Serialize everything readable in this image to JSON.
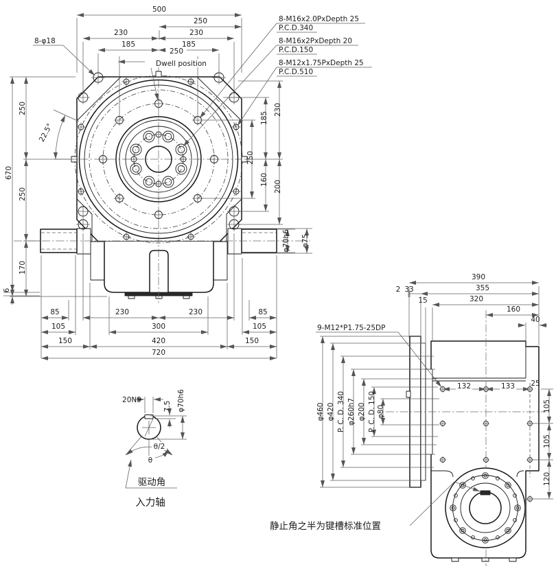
{
  "front_view": {
    "top": {
      "d500": "500",
      "d250_right": "250",
      "d230_left": "230",
      "d230_right": "230",
      "d185_left": "185",
      "d185_right": "185",
      "d250_center": "250",
      "dwell": "Dwell position",
      "holes_label": "8-φ18"
    },
    "left": {
      "d250_upper": "250",
      "d670": "670",
      "d250_lower": "250",
      "d170": "170",
      "d6": "6",
      "angle": "22.5°"
    },
    "right": {
      "d230": "230",
      "d185": "185",
      "d250": "250",
      "d160": "160",
      "d200": "200",
      "shaft_dia": "φ70h6",
      "shoulder_dia": "φ75"
    },
    "bottom": {
      "d85_left": "85",
      "d105_left": "105",
      "d150_left": "150",
      "d230_left": "230",
      "d300": "300",
      "d230_right": "230",
      "d85_right": "85",
      "d105_right": "105",
      "d150_right": "150",
      "d420": "420",
      "d720": "720"
    }
  },
  "callouts": {
    "c1_line1": "8-M16x2.0PxDepth 25",
    "c1_line2": "P.C.D.340",
    "c2_line1": "8-M16x2PxDepth 20",
    "c2_line2": "P.C.D.150",
    "c3_line1": "8-M12x1.75PxDepth 25",
    "c3_line2": "P.C.D.510"
  },
  "input_shaft_detail": {
    "keyway": "20N9",
    "key_depth": "7.5",
    "dia": "φ70h6",
    "half_angle": "θ/2",
    "angle": "θ",
    "drive_angle_label": "驱动角",
    "title": "入力轴"
  },
  "side_view": {
    "top": {
      "d390": "390",
      "d355": "355",
      "d320": "320",
      "d160": "160",
      "d40": "40",
      "d2": "2",
      "d33": "33",
      "d15": "15"
    },
    "callout": "9-M12*P1.75-25DP",
    "face": {
      "d132": "132",
      "d133": "133",
      "d25": "25",
      "d105_a": "105",
      "d105_b": "105",
      "d120": "120"
    },
    "left_dims": {
      "d460": "φ460",
      "d420": "φ420",
      "pcd340": "P. C. D. 340",
      "d260": "φ260h7",
      "d200": "φ200",
      "pcd150": "P. C. D. 150",
      "d80": "φ80"
    },
    "note": "静止角之半为键槽标准位置"
  }
}
